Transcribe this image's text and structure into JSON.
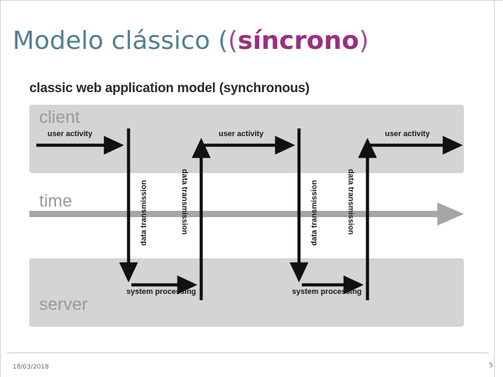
{
  "slide": {
    "title_plain_1": "Modelo clássico (",
    "title_emphasis": "síncrono",
    "title_plain_2": ")",
    "footer_date": "18/03/2018",
    "footer_page": "5",
    "accent_color": "#4f7f92",
    "emphasis_color": "#9b2f7f"
  },
  "diagram": {
    "caption": "classic web application model (synchronous)",
    "lanes": [
      {
        "id": "client",
        "label": "client"
      },
      {
        "id": "time",
        "label": "time"
      },
      {
        "id": "server",
        "label": "server"
      }
    ],
    "lane_band_color": "#d4d4d4",
    "lane_label_color": "#9a9a9a",
    "time_arrow_color": "#a6a6a6",
    "client_activities": [
      {
        "label": "user activity"
      },
      {
        "label": "user activity"
      },
      {
        "label": "user activity"
      }
    ],
    "server_activities": [
      {
        "label": "system processing"
      },
      {
        "label": "system processing"
      }
    ],
    "transmissions": [
      {
        "label": "data transmission",
        "direction": "client-to-server"
      },
      {
        "label": "data transmission",
        "direction": "server-to-client"
      },
      {
        "label": "data transmission",
        "direction": "client-to-server"
      },
      {
        "label": "data transmission",
        "direction": "server-to-client"
      }
    ]
  }
}
